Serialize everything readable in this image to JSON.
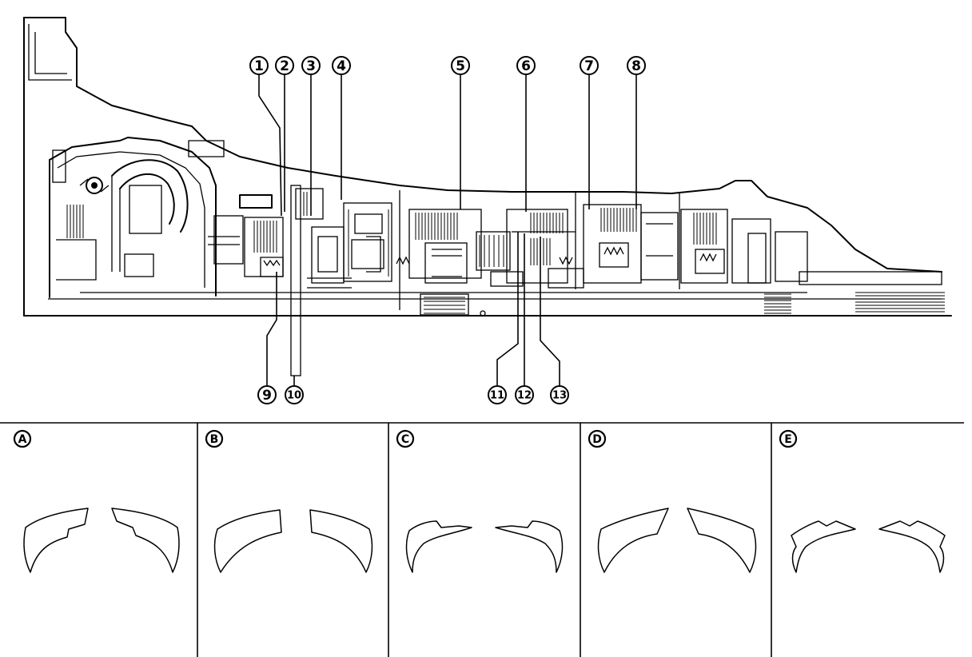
{
  "callouts": [
    {
      "label": "1"
    },
    {
      "label": "2"
    },
    {
      "label": "3"
    },
    {
      "label": "4"
    },
    {
      "label": "5"
    },
    {
      "label": "6"
    },
    {
      "label": "7"
    },
    {
      "label": "8"
    },
    {
      "label": "9"
    },
    {
      "label": "10"
    },
    {
      "label": "11"
    },
    {
      "label": "12"
    },
    {
      "label": "13"
    }
  ],
  "panels": [
    {
      "label": "A"
    },
    {
      "label": "B"
    },
    {
      "label": "C"
    },
    {
      "label": "D"
    },
    {
      "label": "E"
    }
  ]
}
